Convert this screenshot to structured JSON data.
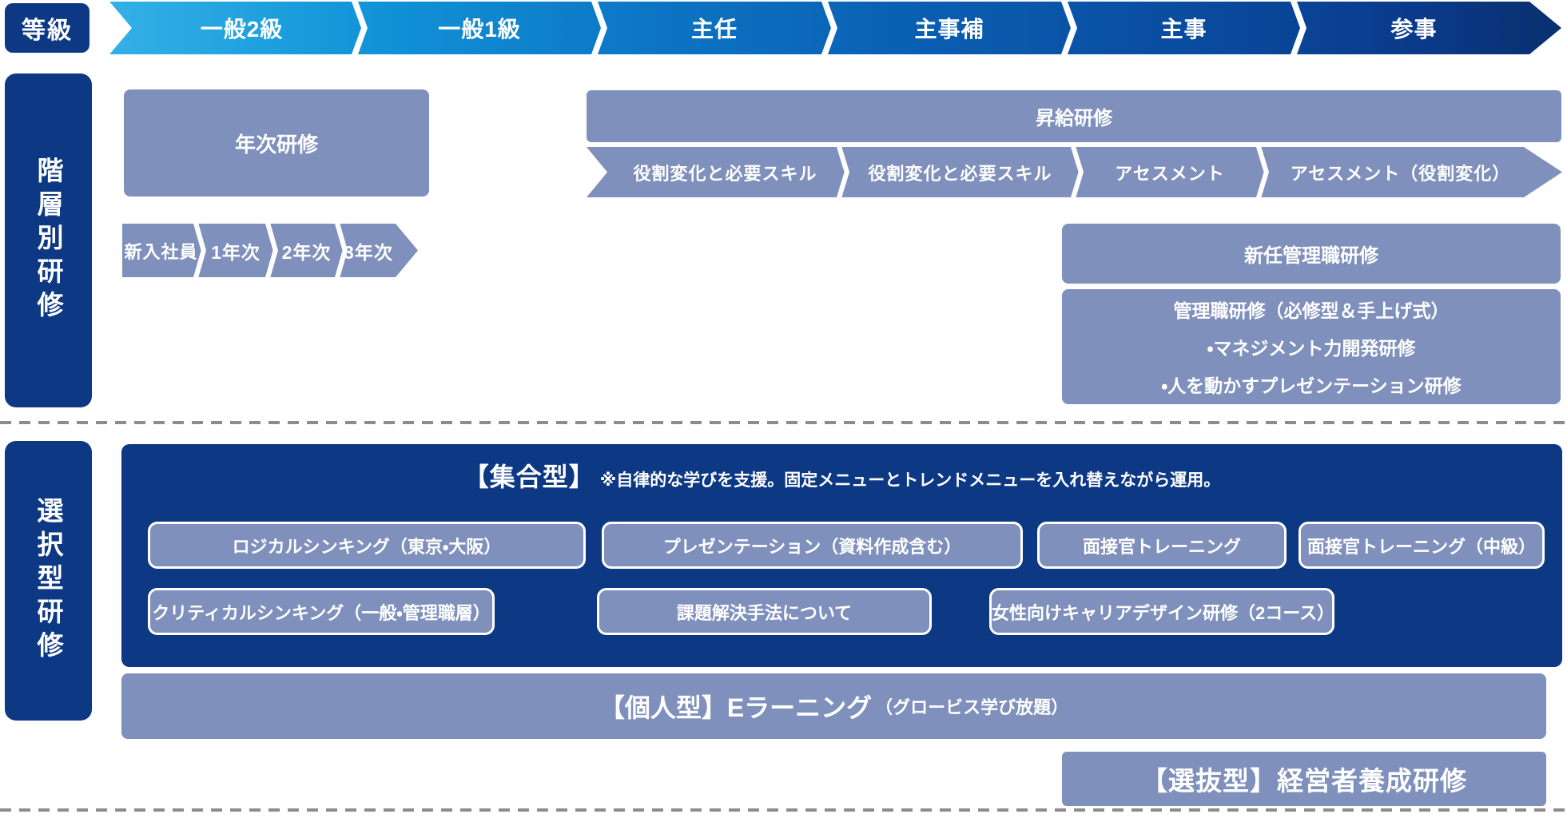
{
  "colors": {
    "navy": "#0d3884",
    "box_blue": "#7e90bb",
    "header_gradient_start": "#33b1e6",
    "header_gradient_end": "#09306f",
    "dash_gray": "#8c8c8c"
  },
  "grade_header": {
    "label": "等級",
    "grades": [
      "一般2級",
      "一般1級",
      "主任",
      "主事補",
      "主事",
      "参事"
    ]
  },
  "sidebar": {
    "hierarchical": "階層別研修",
    "selective": "選択型研修"
  },
  "hierarchical": {
    "annual_training": "年次研修",
    "year_steps": [
      "新入社員",
      "1年次",
      "2年次",
      "3年次"
    ],
    "promotion_training": "昇給研修",
    "promotion_steps": [
      "役割変化と必要スキル",
      "役割変化と必要スキル",
      "アセスメント",
      "アセスメント（役割変化）"
    ],
    "new_manager_training": "新任管理職研修",
    "manager_training": {
      "title": "管理職研修（必修型＆手上げ式）",
      "items": [
        "・マネジメント力開発研修",
        "・人を動かすプレゼンテーション研修"
      ]
    }
  },
  "selective": {
    "group": {
      "title": "【集合型】",
      "note": "※自律的な学びを支援。固定メニューとトレンドメニューを入れ替えながら運用。",
      "row1": [
        "ロジカルシンキング（東京・大阪）",
        "プレゼンテーション（資料作成含む）",
        "面接官トレーニング",
        "面接官トレーニング（中級）"
      ],
      "row2": [
        "クリティカルシンキング（一般・管理職層）",
        "課題解決手法について",
        "女性向けキャリアデザイン研修（2コース）"
      ]
    },
    "individual": {
      "title": "【個人型】Eラーニング",
      "note": "（グロービス学び放題）"
    },
    "selection": "【選抜型】経営者養成研修"
  }
}
